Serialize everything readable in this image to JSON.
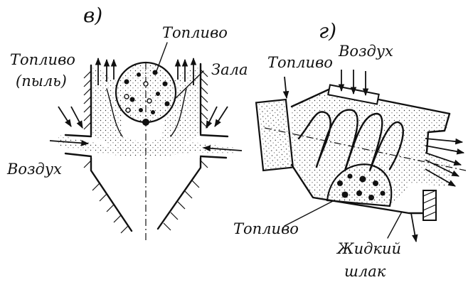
{
  "panel_v": {
    "letter": "в)",
    "fuel_top": "Топливо",
    "ash": "Зала",
    "fuel_dust_line1": "Топливо",
    "fuel_dust_line2": "(пыль)",
    "air": "Воздух"
  },
  "panel_g": {
    "letter": "г)",
    "fuel_left": "Топливо",
    "air_top": "Воздух",
    "fuel_bottom": "Топливо",
    "slag_line1": "Жидкий",
    "slag_line2": "шлак"
  }
}
